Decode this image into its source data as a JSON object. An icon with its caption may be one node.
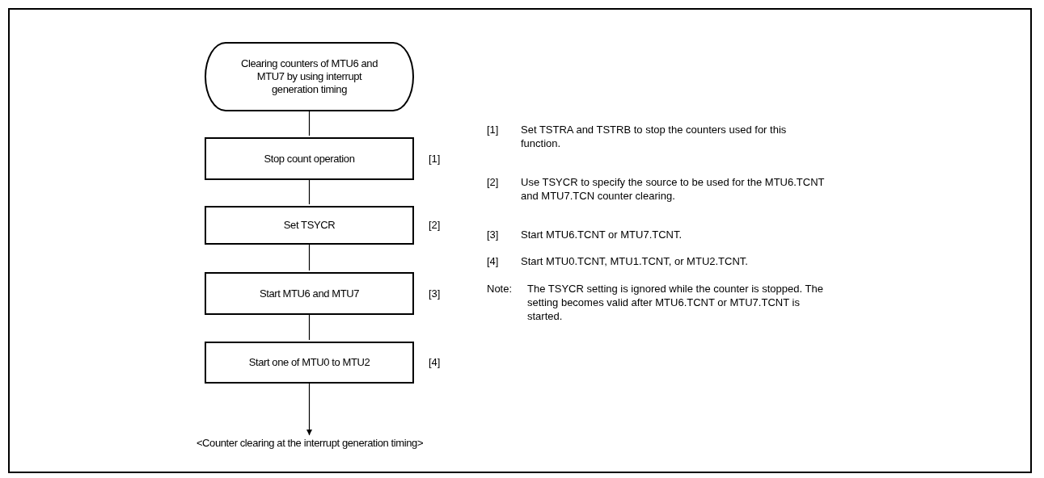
{
  "diagram": {
    "nodes": [
      {
        "text": [
          "Clearing counters of MTU6 and MTU7 by using interrupt generation timing"
        ]
      },
      {
        "text": [
          "Stop count operation"
        ],
        "beside": [
          "[1]"
        ]
      },
      {
        "text": [
          "Set TSYCR"
        ],
        "beside": [
          "[2]"
        ]
      },
      {
        "text": [
          "Start MTU6 and MTU7"
        ],
        "beside": [
          "[3]"
        ]
      },
      {
        "text": [
          "Start one of MTU0 to MTU2"
        ],
        "beside": [
          "[4]"
        ]
      },
      {
        "text": [
          "<Counter clearing at the interrupt generation timing>"
        ]
      }
    ],
    "edges": [
      {
        "from": 0,
        "to": 1,
        "arrow": "none"
      },
      {
        "from": 1,
        "to": 2,
        "arrow": "none"
      },
      {
        "from": 2,
        "to": 3,
        "arrow": "none"
      },
      {
        "from": 3,
        "to": 4,
        "arrow": "none"
      },
      {
        "from": 4,
        "to": 5,
        "arrow": "to"
      }
    ],
    "labels": [
      "[1]",
      "Set TSTRA and TSTRB to stop the counters used for this function.",
      "[2]",
      "Use TSYCR to specify the source to be used for the MTU6.TCNT and MTU7.TCN counter clearing.",
      "[3]",
      "Start MTU6.TCNT or MTU7.TCNT.",
      "[4]",
      "Start MTU0.TCNT, MTU1.TCNT, or MTU2.TCNT.",
      "Note:",
      "The TSYCR setting is ignored while the counter is stopped. The setting becomes valid after MTU6.TCNT or MTU7.TCNT is started."
    ]
  }
}
